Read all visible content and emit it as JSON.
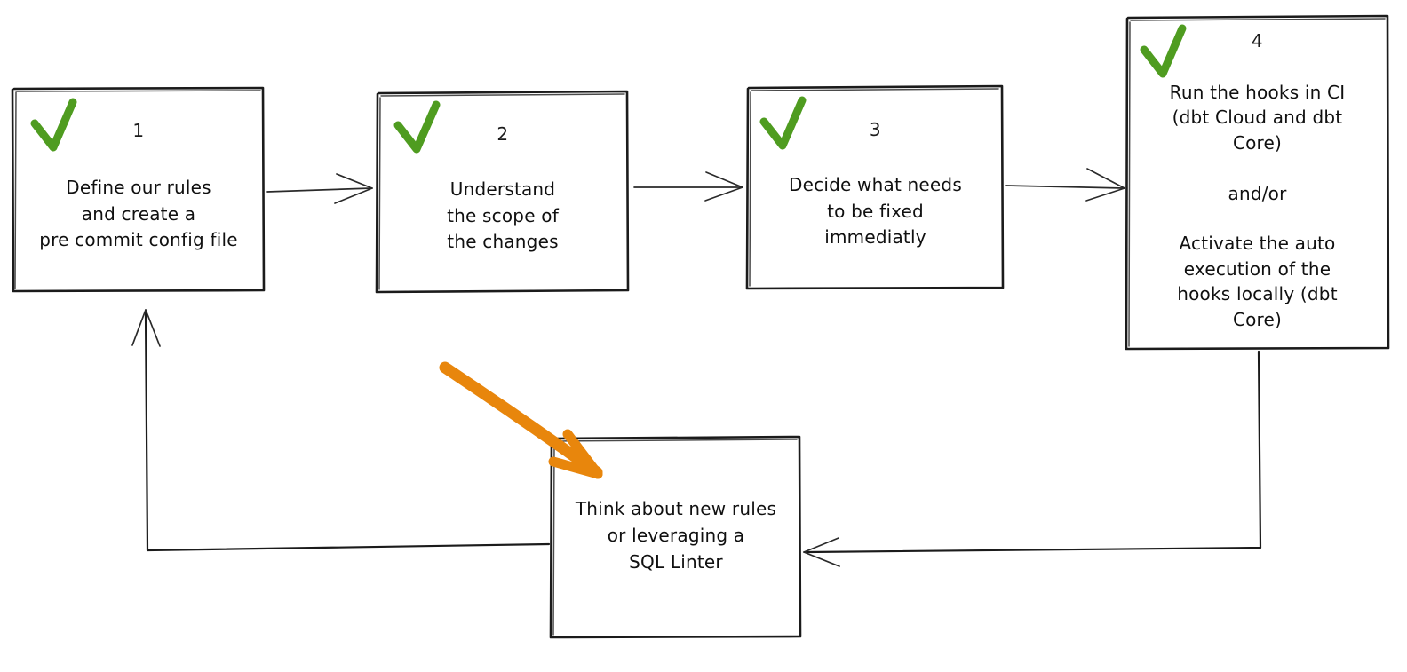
{
  "diagram": {
    "title": "Pre-commit hooks adoption workflow",
    "style": "hand-drawn whiteboard sketch",
    "background_color": "#ffffff",
    "stroke_color": "#1b1b1b",
    "check_color": "#4f9c20",
    "highlight_color": "#e8860c"
  },
  "nodes": [
    {
      "id": "node-1",
      "number": "1",
      "check": "green-check",
      "text": "Define our rules\nand create a\npre commit config file"
    },
    {
      "id": "node-2",
      "number": "2",
      "check": "green-check",
      "text": "Understand\nthe scope of\nthe changes"
    },
    {
      "id": "node-3",
      "number": "3",
      "check": "green-check",
      "text": "Decide what needs\nto be fixed\nimmediatly"
    },
    {
      "id": "node-4",
      "number": "4",
      "check": "green-check",
      "text": "Run the hooks in CI\n(dbt Cloud and dbt\nCore)\n\nand/or\n\nActivate the auto\nexecution of the\nhooks locally (dbt\nCore)"
    },
    {
      "id": "node-5",
      "number": "",
      "check": "",
      "text": "Think about new rules\nor leveraging a\nSQL Linter"
    }
  ],
  "connectors": [
    {
      "id": "connector-1-to-2",
      "from": "node-1",
      "to": "node-2",
      "direction": "right"
    },
    {
      "id": "connector-2-to-3",
      "from": "node-2",
      "to": "node-3",
      "direction": "right"
    },
    {
      "id": "connector-3-to-4",
      "from": "node-3",
      "to": "node-4",
      "direction": "right"
    },
    {
      "id": "connector-4-to-5",
      "from": "node-4",
      "to": "node-5",
      "direction": "down-left"
    },
    {
      "id": "connector-5-to-1",
      "from": "node-5",
      "to": "node-1",
      "direction": "left-up"
    }
  ],
  "annotations": [
    {
      "id": "orange-highlight-arrow",
      "type": "freehand-arrow",
      "color": "#e8860c",
      "points_to": "node-5"
    }
  ]
}
